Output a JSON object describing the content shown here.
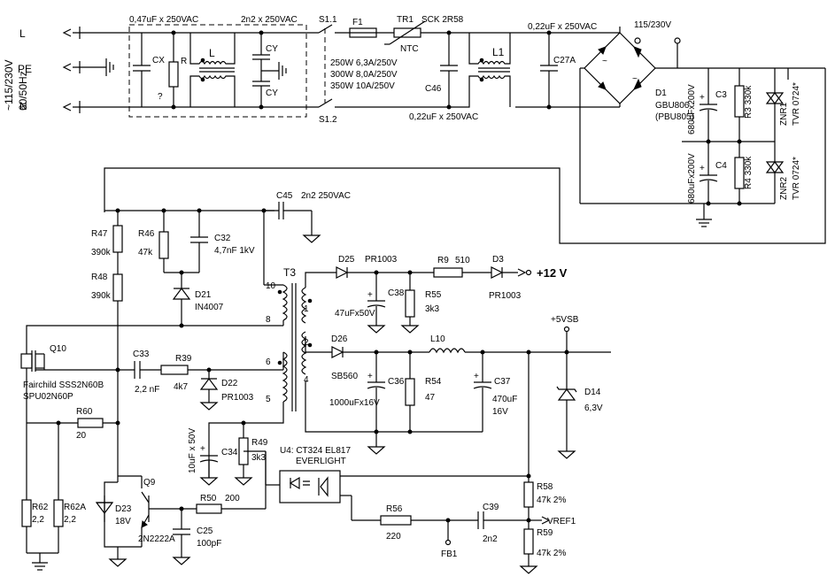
{
  "mains": {
    "voltage": "~115/230V",
    "freq": "60/50Hz",
    "L": "L",
    "PE": "PE",
    "N": "N"
  },
  "filter": {
    "cx_rating": "0,47uF x 250VAC",
    "cy_rating": "2n2 x 250VAC",
    "cx": "CX",
    "r": "R",
    "q": "?",
    "l": "L",
    "cy1": "CY",
    "cy2": "CY"
  },
  "switch": {
    "s11": "S1.1",
    "s12": "S1.2"
  },
  "fuse": {
    "name": "F1",
    "r1": "250W 6,3A/250V",
    "r2": "300W 8,0A/250V",
    "r3": "350W 10A/250V"
  },
  "ntc": {
    "name": "TR1",
    "part": "SCK 2R58",
    "label": "NTC"
  },
  "c46": {
    "name": "C46",
    "rating": "0,22uF x 250VAC"
  },
  "l1": "L1",
  "c27a": {
    "name": "C27A",
    "rating": "0,22uF x 250VAC"
  },
  "selector": "115/230V",
  "bridge": {
    "name": "D1",
    "part": "GBU806",
    "alt": "(PBU805)"
  },
  "bulk": {
    "c3": "C3",
    "c3v": "680uFx200V",
    "c4": "C4",
    "c4v": "680uFx200V",
    "r3": "R3",
    "r3v": "330k",
    "r4": "R4",
    "r4v": "330k",
    "zn1": "ZNR1",
    "zn1v": "TVR 0724*",
    "zn2": "ZNR2",
    "zn2v": "TVR 0724*"
  },
  "prim": {
    "c45": "C45",
    "c45v": "2n2 250VAC",
    "r47": "R47",
    "r47v": "390k",
    "r48": "R48",
    "r48v": "390k",
    "r46": "R46",
    "r46v": "47k",
    "c32": "C32",
    "c32v": "4,7nF 1kV",
    "d21": "D21",
    "d21v": "IN4007",
    "q10": "Q10",
    "q10a": "Fairchild SSS2N60B",
    "q10b": "SPU02N60P",
    "c33": "C33",
    "c33v": "2,2 nF",
    "r39": "R39",
    "r39v": "4k7",
    "d22": "D22",
    "d22v": "PR1003",
    "r60": "R60",
    "r60v": "20",
    "c34": "C34",
    "c34v": "10uF x 50V",
    "r49": "R49",
    "r49v": "3k3",
    "r62": "R62",
    "r62v": "2,2",
    "r62a": "R62A",
    "r62av": "2,2",
    "d23": "D23",
    "d23v": "18V",
    "q9": "Q9",
    "q9v": "2N2222A",
    "r50": "R50",
    "r50v": "200",
    "c25": "C25",
    "c25v": "100pF"
  },
  "xfmr": {
    "name": "T3",
    "p10": "10",
    "p8": "8",
    "p6": "6",
    "p5": "5",
    "p1": "1",
    "p2": "2",
    "p4": "4"
  },
  "sec": {
    "d25": "D25",
    "d25v": "PR1003",
    "r9": "R9",
    "r9v": "510",
    "d3": "D3",
    "d3v": "PR1003",
    "v12": "+12 V",
    "c38": "C38",
    "c38v": "47uFx50V",
    "r55": "R55",
    "r55v": "3k3",
    "d26": "D26",
    "d26v": "SB560",
    "l10": "L10",
    "c36": "C36",
    "c36v": "1000uFx16V",
    "r54": "R54",
    "r54v": "47",
    "c37": "C37",
    "c37v": "470uF",
    "c37v2": "16V",
    "v5sb": "+5VSB",
    "d14": "D14",
    "d14v": "6,3V"
  },
  "opto": {
    "name": "U4: CT324 EL817",
    "brand": "EVERLIGHT",
    "r56": "R56",
    "r56v": "220",
    "c39": "C39",
    "c39v": "2n2",
    "fb1": "FB1",
    "r58": "R58",
    "r58v": "47k  2%",
    "r59": "R59",
    "r59v": "47k  2%",
    "vref": "VREF1"
  }
}
